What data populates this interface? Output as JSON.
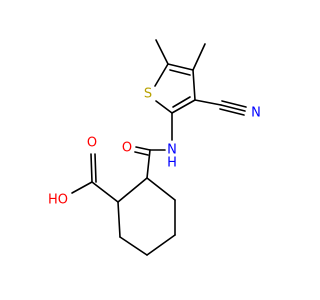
{
  "molecule": {
    "atoms": {
      "sulfur": "S",
      "nitrile_nitrogen": "N",
      "amide_nitrogen": "N",
      "amide_hydrogen": "H",
      "amide_oxygen": "O",
      "acid_carbonyl_oxygen": "O",
      "acid_hydroxyl": "HO"
    },
    "colors": {
      "bond": "#000000",
      "sulfur": "#b8a200",
      "nitrogen": "#0000ff",
      "oxygen": "#ff0000"
    }
  }
}
